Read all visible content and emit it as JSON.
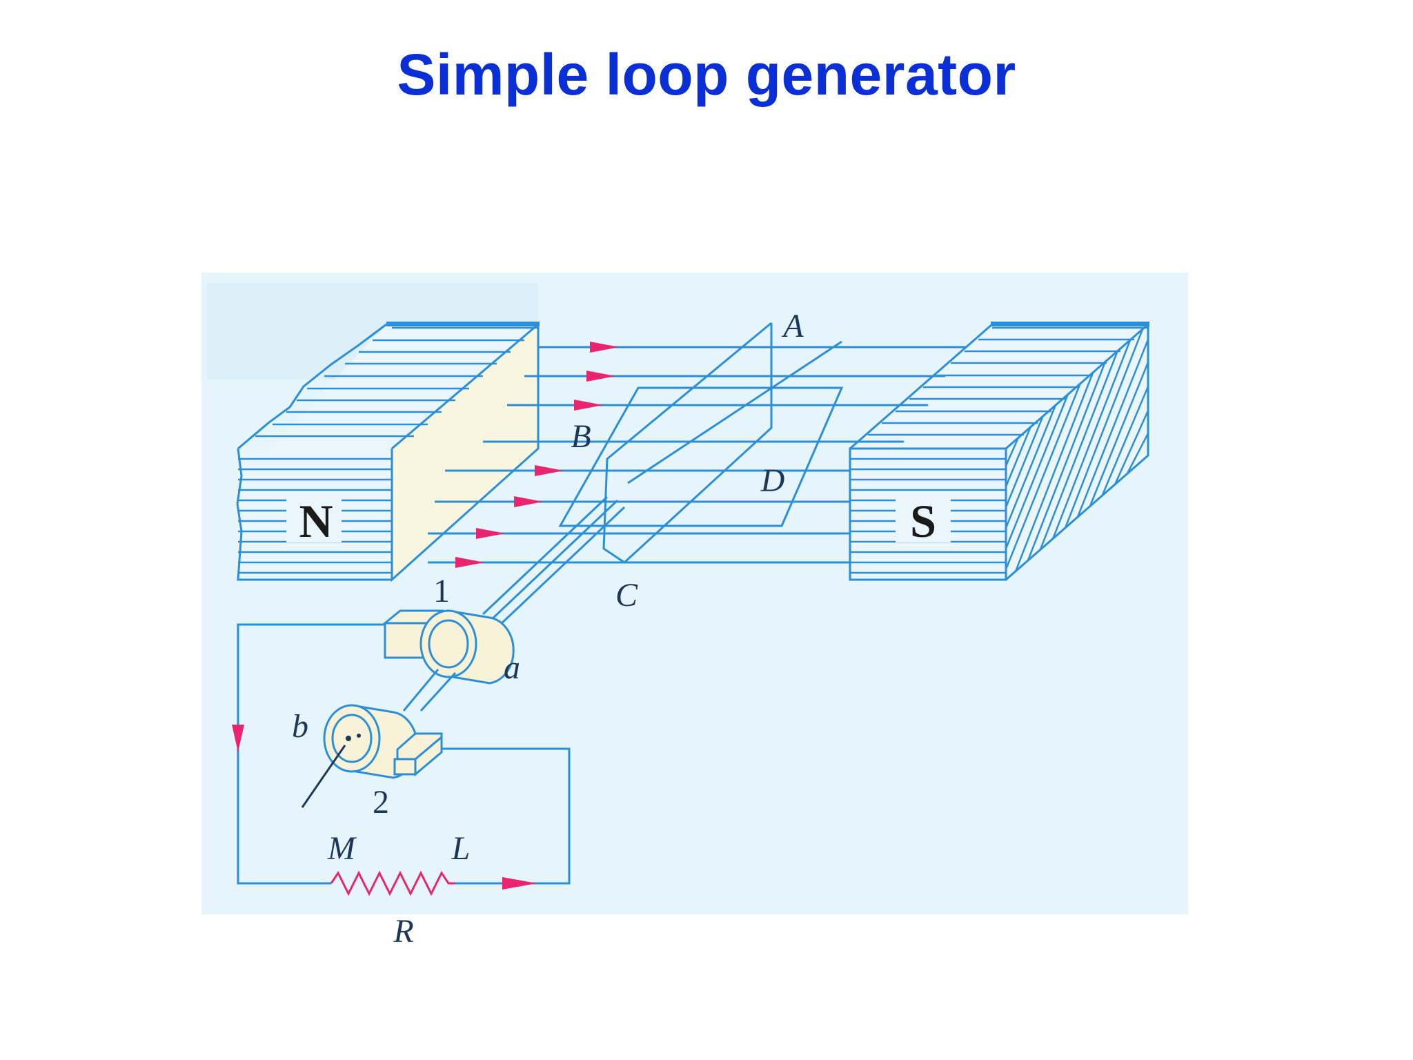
{
  "slide": {
    "title": "Simple loop generator"
  },
  "diagram": {
    "poles": {
      "north": "N",
      "south": "S"
    },
    "coil_corners": {
      "a": "A",
      "b": "B",
      "c": "C",
      "d": "D"
    },
    "slip_rings": {
      "ring_a": "a",
      "ring_b": "b"
    },
    "brushes": {
      "brush_1": "1",
      "brush_2": "2"
    },
    "load": {
      "terminal_m": "M",
      "terminal_l": "L",
      "resistor": "R"
    },
    "colors": {
      "title": "#0a2fd6",
      "background": "#e6f4fb",
      "lines": "#2a8fd8",
      "arrows": "#e8256e"
    }
  }
}
